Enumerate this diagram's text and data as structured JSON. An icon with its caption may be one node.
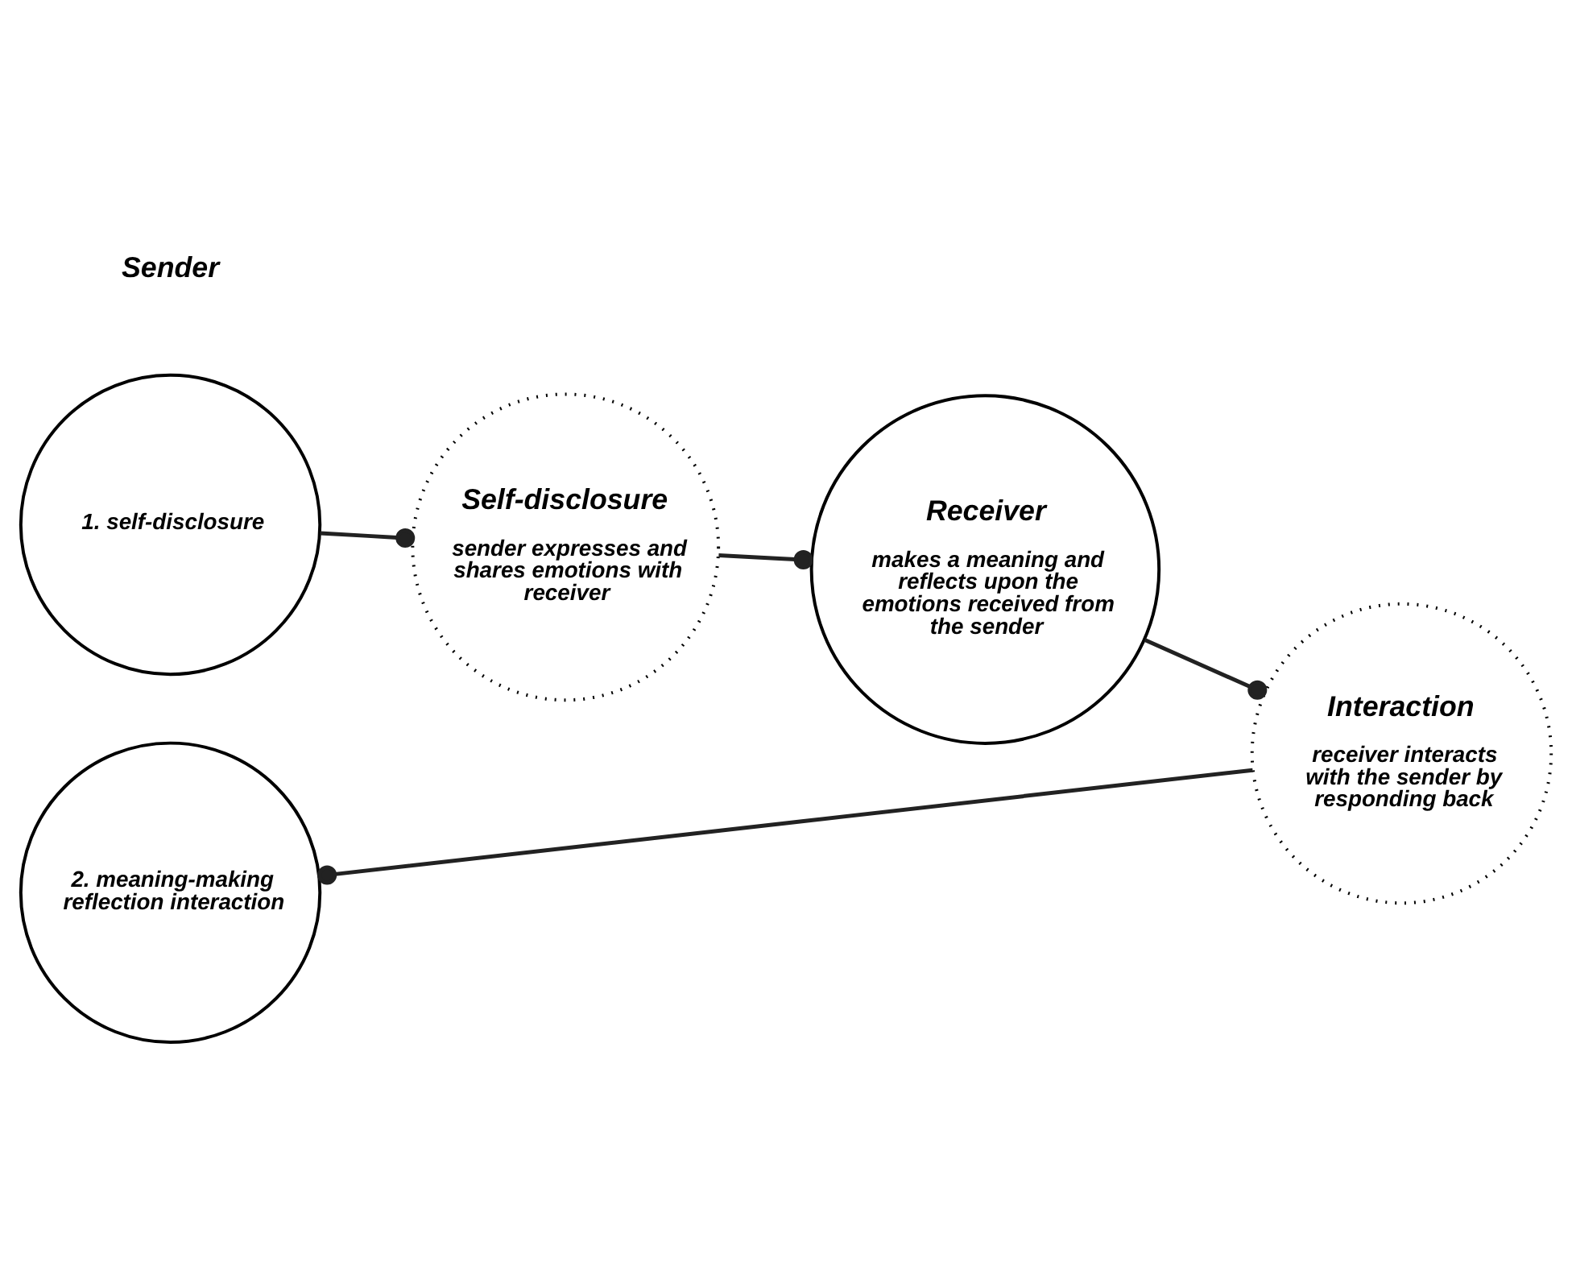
{
  "diagram": {
    "nodes": [
      {
        "text": [
          "1. self-disclosure"
        ]
      },
      {
        "text": [
          "2. meaning-making reflection interaction"
        ]
      },
      {
        "text": [
          "Self-disclosure",
          "sender expresses and shares emotions with receiver"
        ]
      },
      {
        "text": [
          "Receiver",
          "makes a meaning and reflects upon the emotions received from the sender"
        ]
      },
      {
        "text": [
          "Interaction",
          "receiver interacts with the sender by responding back"
        ]
      }
    ],
    "edges": [
      {
        "from": 0,
        "to": 2,
        "arrow": "other"
      },
      {
        "from": 2,
        "to": 3,
        "arrow": "other"
      },
      {
        "from": 3,
        "to": 4,
        "arrow": "other"
      },
      {
        "from": 4,
        "to": 1,
        "arrow": "other"
      }
    ],
    "labels": [
      "Sender"
    ]
  }
}
